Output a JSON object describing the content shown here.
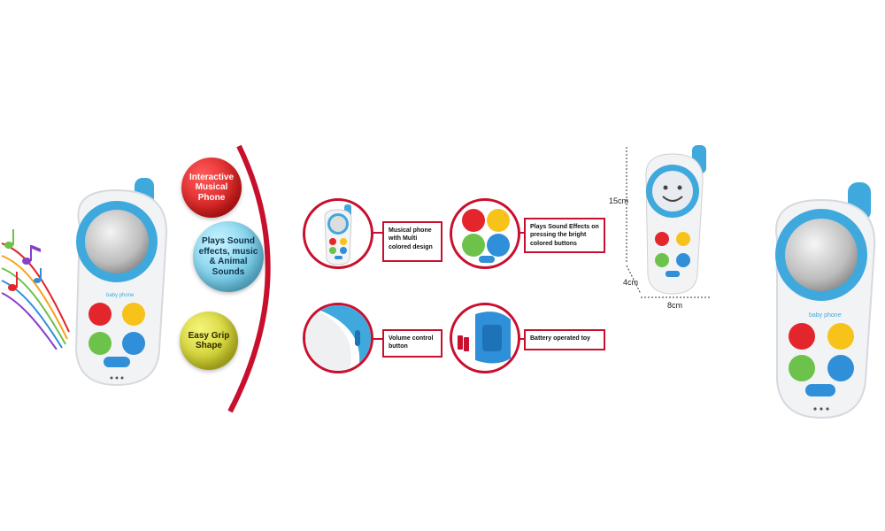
{
  "bubbles": {
    "interactive": "Interactive Musical Phone",
    "sound": "Plays Sound effects, music & Animal Sounds",
    "grip": "Easy Grip Shape"
  },
  "callouts": {
    "musical": "Musical phone with Multi colored design",
    "effects": "Plays Sound Effects on pressing the bright colored buttons",
    "volume": "Volume control button",
    "battery": "Battery operated toy"
  },
  "dimensions": {
    "height": "15cm",
    "depth": "4cm",
    "width": "8cm"
  },
  "phone_label": "baby phone",
  "colors": {
    "accent_red": "#c8102e",
    "phone_blue": "#3fa9dd",
    "button_red": "#e3262b",
    "button_yellow": "#f7c21a",
    "button_green": "#6cc24a",
    "button_blue": "#2f8fd8"
  }
}
